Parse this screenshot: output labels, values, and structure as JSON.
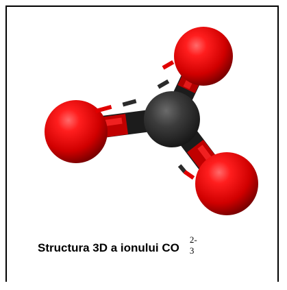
{
  "caption": {
    "text": "Structura 3D a ionului ",
    "formula": "CO",
    "charge": "2-",
    "subscript": "3"
  },
  "colors": {
    "oxygen": "#e60000",
    "carbon": "#3a3a3a",
    "border": "#000000"
  },
  "icons": [
    "carbon-atom",
    "oxygen-atom"
  ]
}
